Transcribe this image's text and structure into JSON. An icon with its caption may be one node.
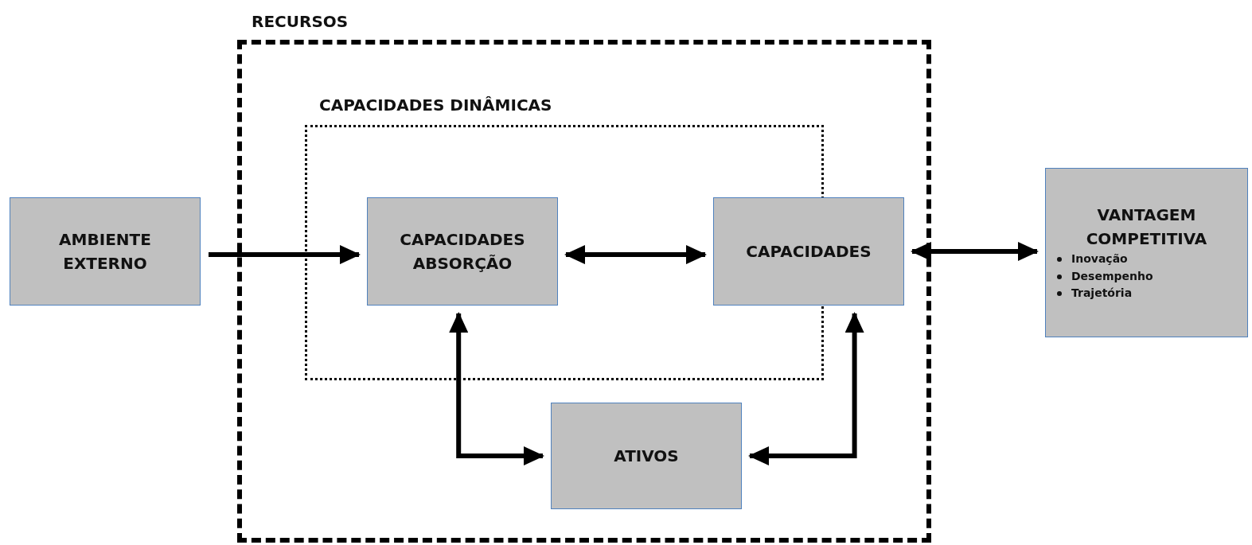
{
  "diagram": {
    "nodes": [
      {
        "text": [
          "RECURSOS"
        ]
      },
      {
        "text": [
          "CAPACIDADES DINÂMICAS"
        ],
        "in": 0
      },
      {
        "text": [
          "AMBIENTE EXTERNO"
        ]
      },
      {
        "text": [
          "CAPACIDADES ABSORÇÃO"
        ],
        "in": 1
      },
      {
        "text": [
          "CAPACIDADES"
        ],
        "in": 0
      },
      {
        "text": [
          "ATIVOS"
        ],
        "in": 0
      },
      {
        "text": [
          "VANTAGEM COMPETITIVA",
          "Inovação",
          "Desempenho",
          "Trajetória"
        ]
      }
    ],
    "edges": [
      {
        "from": 2,
        "to": 3,
        "arrow": "to"
      },
      {
        "from": 3,
        "to": 4,
        "arrow": "both"
      },
      {
        "from": 4,
        "to": 6,
        "arrow": "both"
      },
      {
        "from": 3,
        "to": 5,
        "arrow": "both"
      },
      {
        "from": 4,
        "to": 5,
        "arrow": "both"
      }
    ]
  }
}
